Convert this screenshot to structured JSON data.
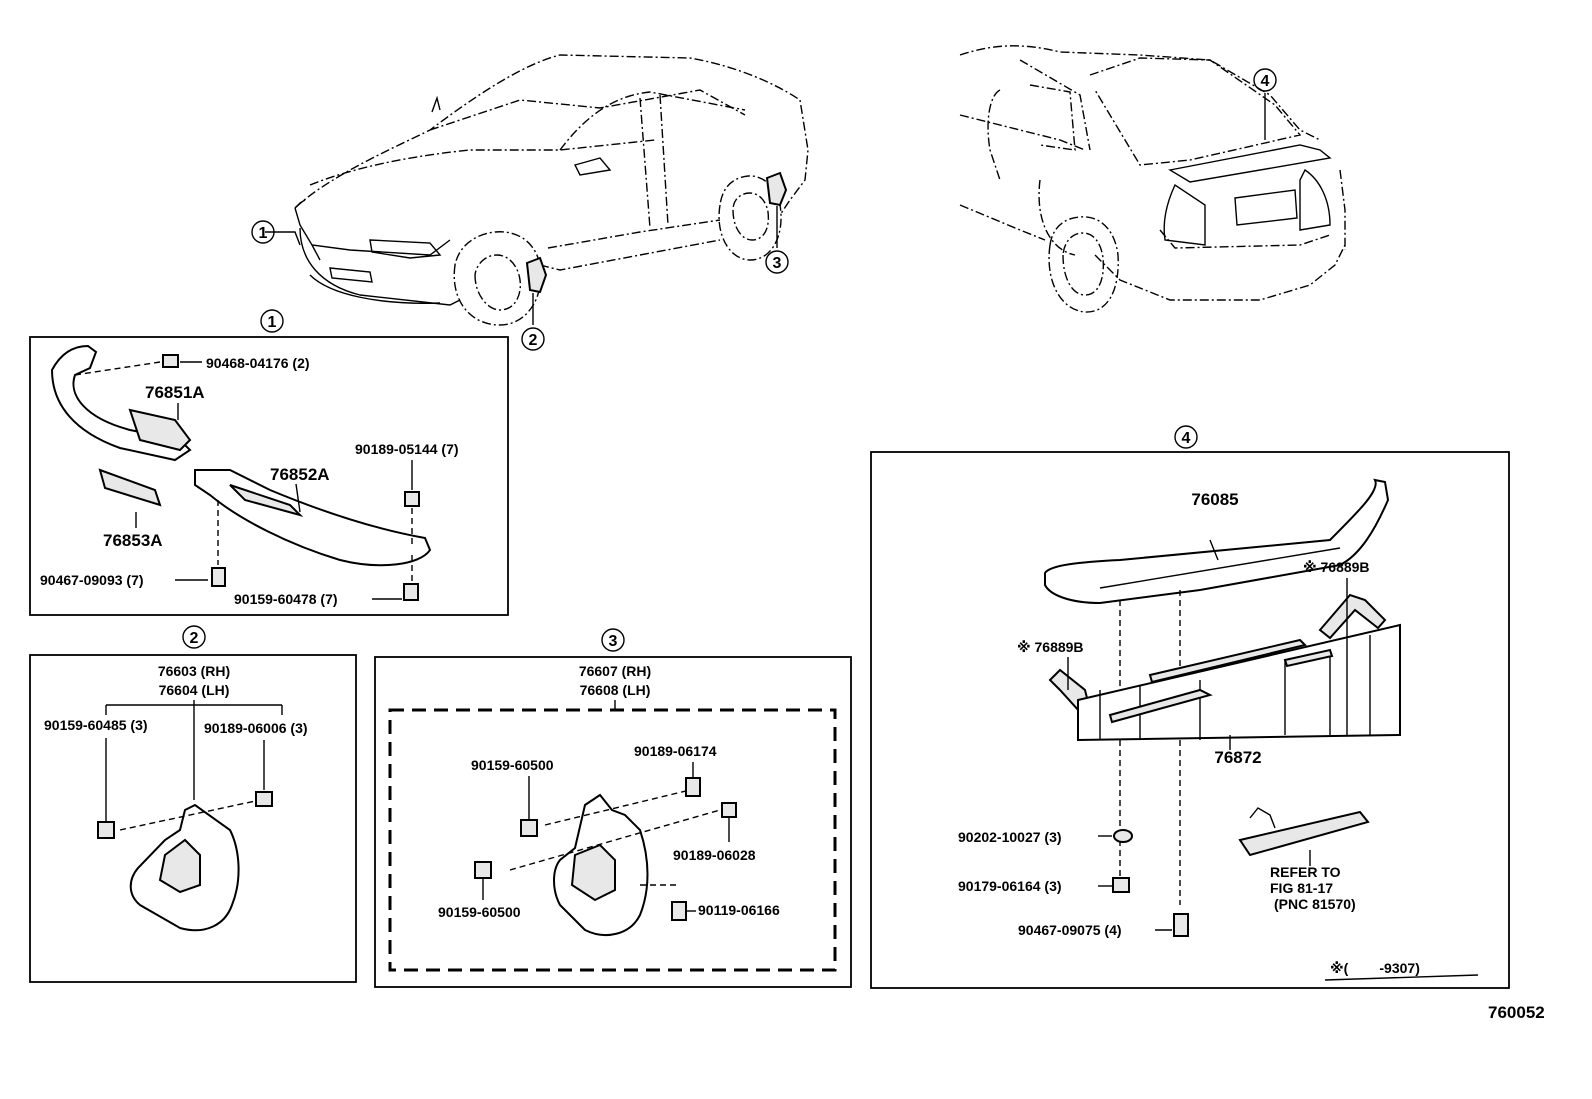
{
  "callouts": {
    "c1": "1",
    "c2": "2",
    "c3": "3",
    "c4": "4"
  },
  "box1": {
    "clip": "90468-04176 (2)",
    "upper_spoiler": "76851A",
    "screw_top": "90189-05144 (7)",
    "lower_spoiler": "76852A",
    "cover": "76853A",
    "clip_left": "90467-09093 (7)",
    "screw_bottom": "90159-60478 (7)"
  },
  "box2": {
    "mud_guard_rh": "76603 (RH)",
    "mud_guard_lh": "76604 (LH)",
    "screw": "90159-60485 (3)",
    "nut": "90189-06006 (3)"
  },
  "box3": {
    "mud_guard_rh": "76607 (RH)",
    "mud_guard_lh": "76608 (LH)",
    "nut_top": "90189-06174",
    "screw_top": "90159-60500",
    "nut_mid": "90189-06028",
    "screw_bottom": "90159-60500",
    "clip": "90119-06166"
  },
  "box4": {
    "spoiler": "76085",
    "seal_right": "※ 76889B",
    "seal_left": "※ 76889B",
    "stay": "76872",
    "washer": "90202-10027 (3)",
    "nut": "90179-06164 (3)",
    "clip": "90467-09075 (4)",
    "refer_line1": "REFER TO",
    "refer_line2": "FIG 81-17",
    "refer_line3": "(PNC 81570)",
    "footnote": "※(        -9307)"
  },
  "figure_number": "760052"
}
